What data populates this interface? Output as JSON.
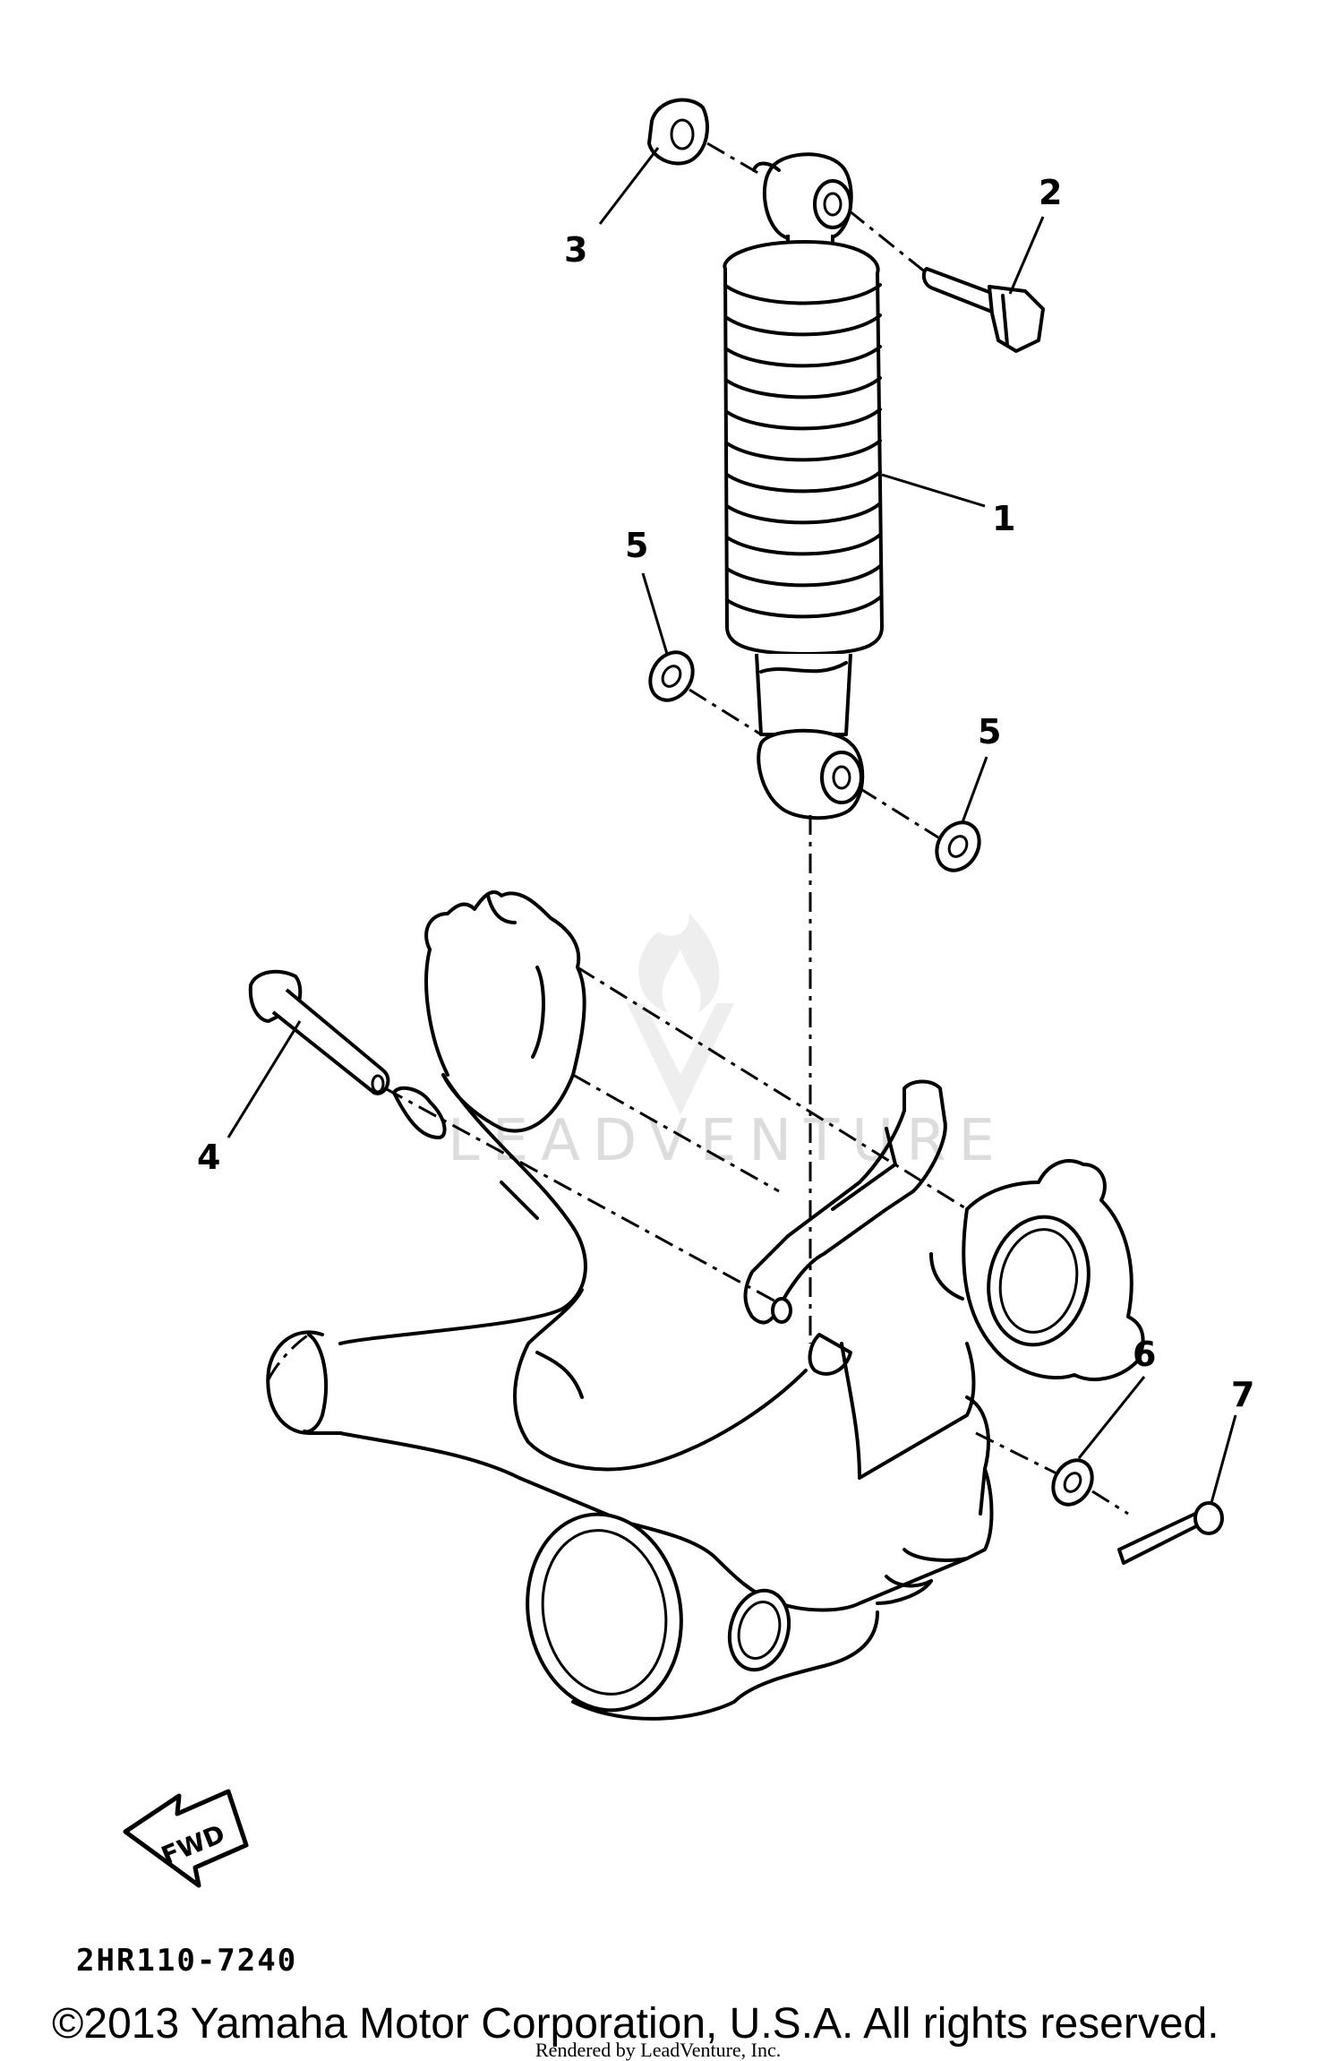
{
  "callouts": [
    {
      "id": "1",
      "text": "1"
    },
    {
      "id": "2",
      "text": "2"
    },
    {
      "id": "3",
      "text": "3"
    },
    {
      "id": "4",
      "text": "4"
    },
    {
      "id": "5a",
      "text": "5"
    },
    {
      "id": "5b",
      "text": "5"
    },
    {
      "id": "6",
      "text": "6"
    },
    {
      "id": "7",
      "text": "7"
    }
  ],
  "diagram_code": "2HR110-7240",
  "fwd_label": "FWD",
  "watermark": "LEADVENTURE",
  "copyright": "©2013 Yamaha Motor Corporation, U.S.A. All rights reserved.",
  "rendered_by": "Rendered by LeadVenture, Inc."
}
